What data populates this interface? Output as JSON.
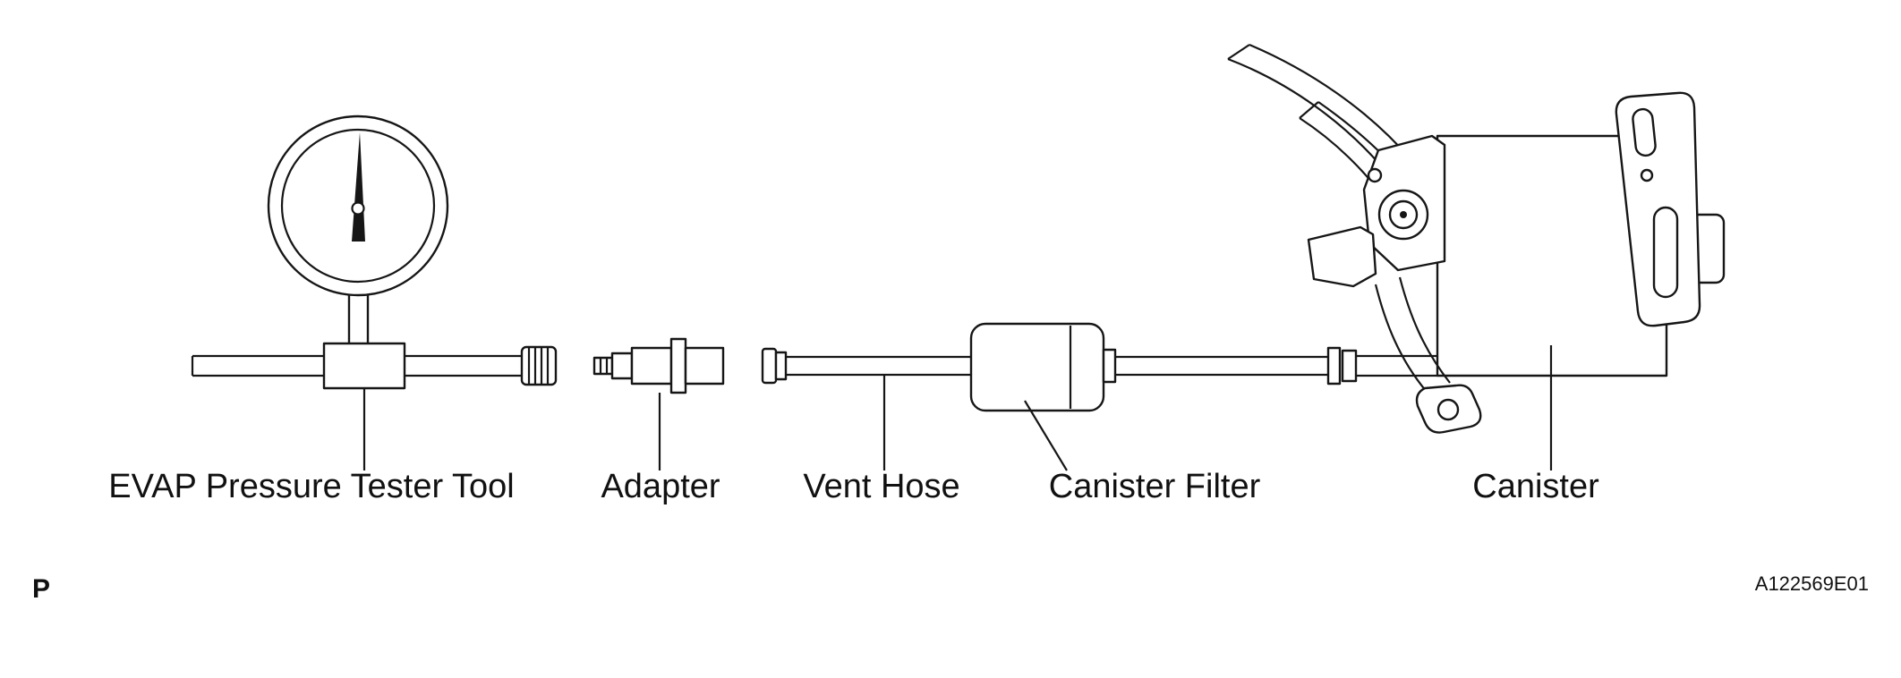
{
  "figure": {
    "labels": {
      "evap_tool": "EVAP Pressure Tester Tool",
      "adapter": "Adapter",
      "vent_hose": "Vent Hose",
      "canister_filter": "Canister Filter",
      "canister": "Canister"
    },
    "page_marker": "P",
    "figure_code": "A122569E01",
    "depicted_parts": [
      "pressure-gauge",
      "tester-pipe-with-knurled-knob",
      "adapter-fitting",
      "vent-hose",
      "canister-filter",
      "charcoal-canister-assembly"
    ],
    "colors": {
      "line": "#161616",
      "background": "#ffffff",
      "text": "#111111"
    }
  }
}
